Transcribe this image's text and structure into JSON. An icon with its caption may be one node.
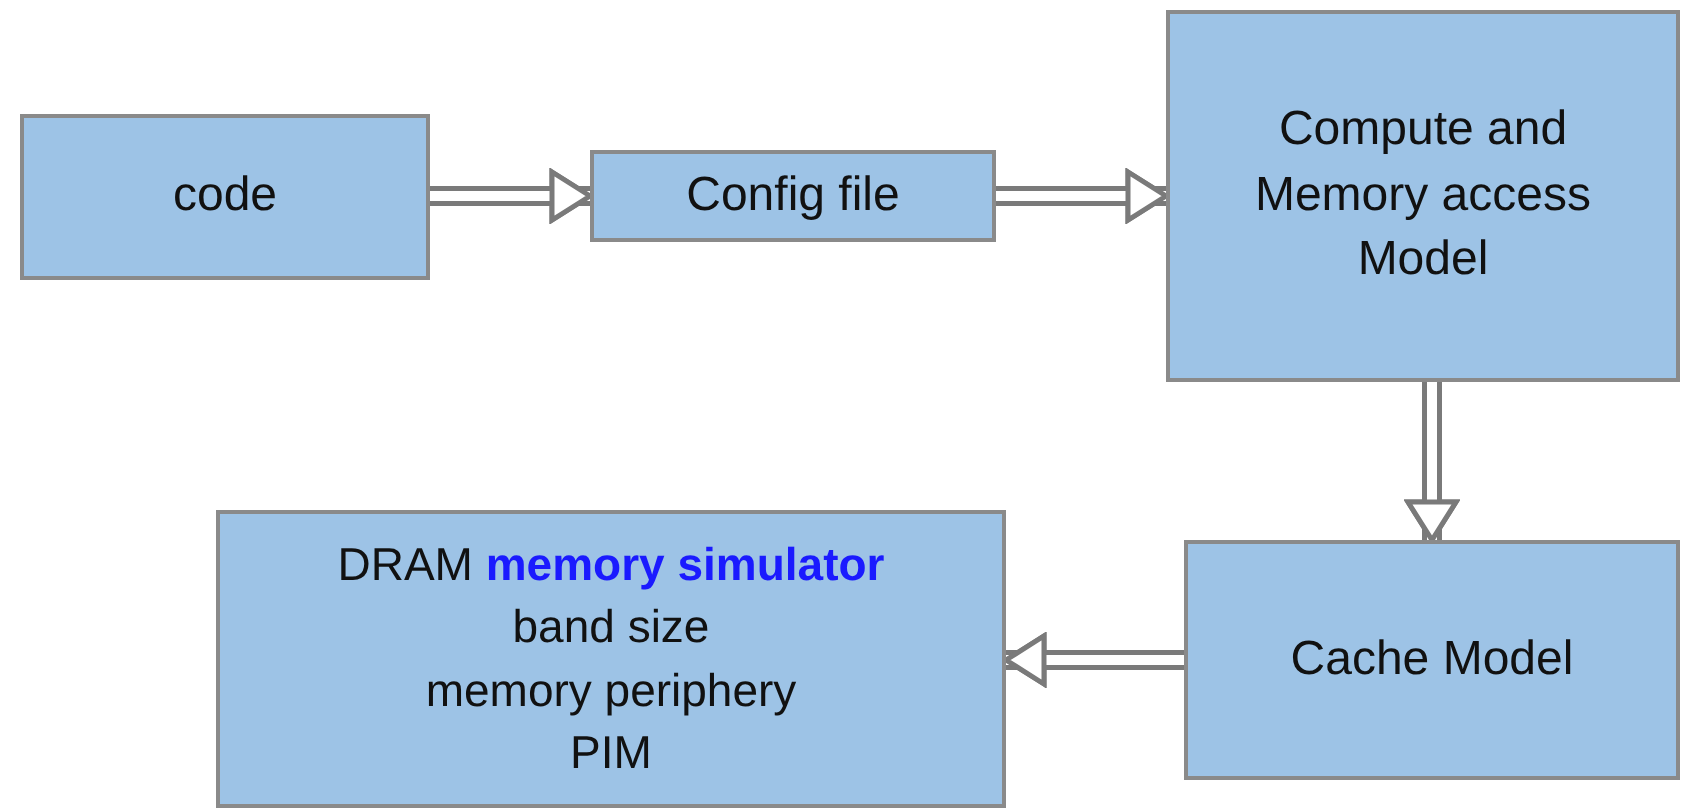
{
  "diagram": {
    "nodes": [
      {
        "text": [
          "code"
        ]
      },
      {
        "text": [
          "Config file"
        ]
      },
      {
        "text": [
          "Compute and Memory access Model"
        ]
      },
      {
        "text": [
          "Cache Model"
        ]
      },
      {
        "text": [
          "DRAM **memory simulator**",
          "band size",
          "memory periphery",
          "PIM"
        ]
      }
    ],
    "edges": [
      {
        "from": 0,
        "to": 1,
        "arrow": "to"
      },
      {
        "from": 1,
        "to": 2,
        "arrow": "to"
      },
      {
        "from": 2,
        "to": 3,
        "arrow": "to"
      },
      {
        "from": 3,
        "to": 4,
        "arrow": "to"
      }
    ]
  }
}
